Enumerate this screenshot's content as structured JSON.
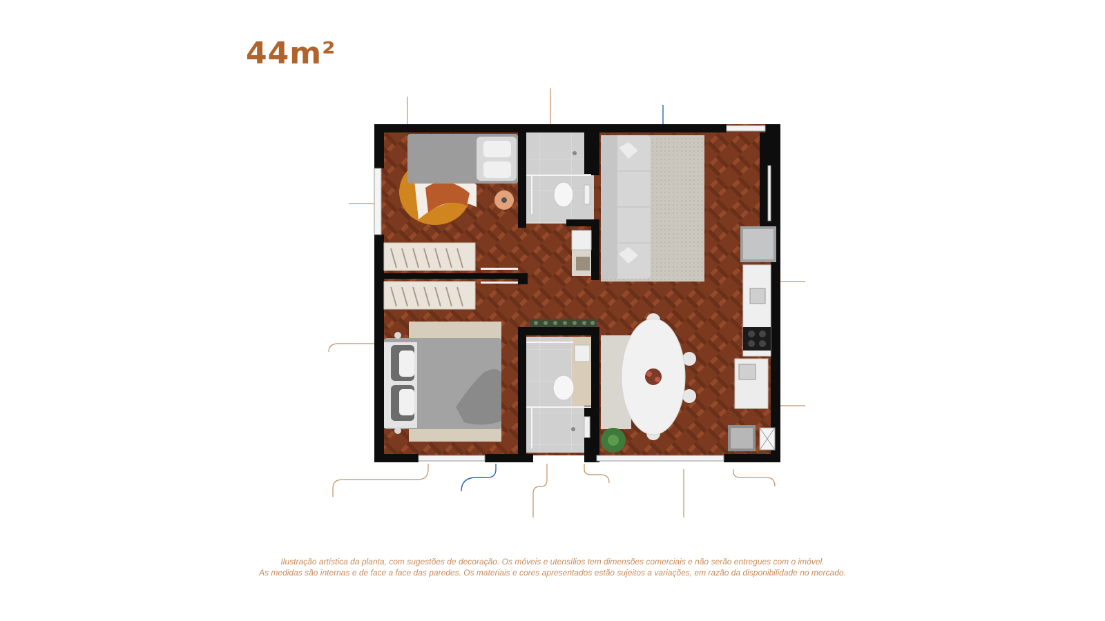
{
  "header": {
    "area": "44m²"
  },
  "plan": {
    "colors": {
      "wall": "#0d0d0d",
      "floor": "#7b3a1f",
      "floor_light": "#94492a",
      "tile": "#cfcfcf",
      "bed_linen": "#9c9c9c",
      "sofa": "#d6d6d6",
      "rug": "#c9c4bc",
      "leader_line": "#c49066",
      "leader_line_accent": "#2a66b0"
    }
  },
  "footer": {
    "disclaimer_line_1": "Ilustração artística da planta, com sugestões de decoração. Os móveis e utensílios tem dimensões comerciais e não serão entregues com o imóvel.",
    "disclaimer_line_2": "As medidas são internas e de face a face das paredes. Os materiais e cores apresentados estão sujeitos a variações, em razão da disponibilidade no mercado."
  }
}
